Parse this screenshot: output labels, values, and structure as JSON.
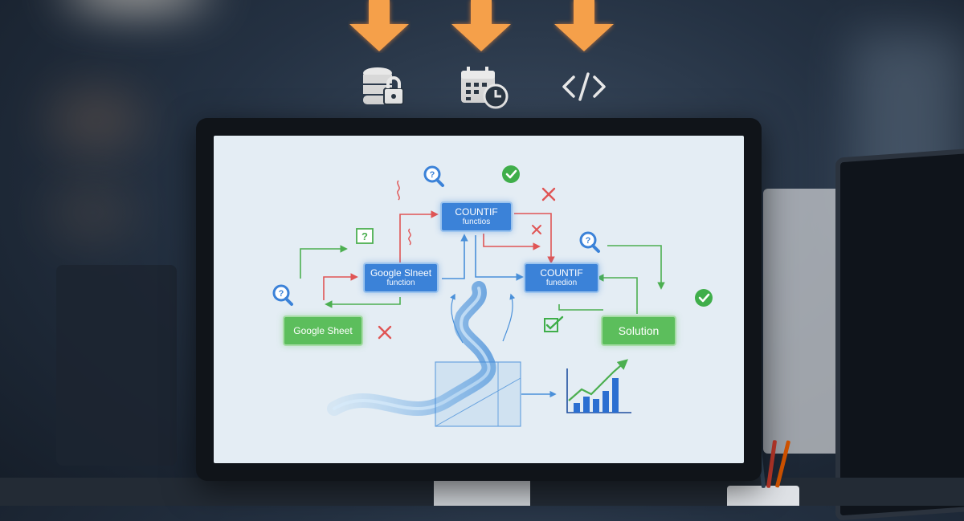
{
  "top_icons": [
    {
      "name": "database-lock-icon"
    },
    {
      "name": "calendar-clock-icon"
    },
    {
      "name": "code-icon"
    }
  ],
  "diagram": {
    "nodes": {
      "countif_top": {
        "line1": "COUNTIF",
        "line2": "functios"
      },
      "google_sheet_function": {
        "line1": "Google Slneet",
        "line2": "function"
      },
      "countif_right": {
        "line1": "COUNTIF",
        "line2": "funedion"
      },
      "google_sheet": {
        "line1": "Google Sheet"
      },
      "solution": {
        "line1": "Solution"
      }
    },
    "question_box": "?"
  },
  "colors": {
    "arrow_orange": "#f5a04a",
    "node_blue": "#3b82d8",
    "node_green": "#5cbe5c",
    "error_red": "#e05555",
    "check_green": "#3fae4a",
    "screen_bg": "#e4edf4"
  }
}
